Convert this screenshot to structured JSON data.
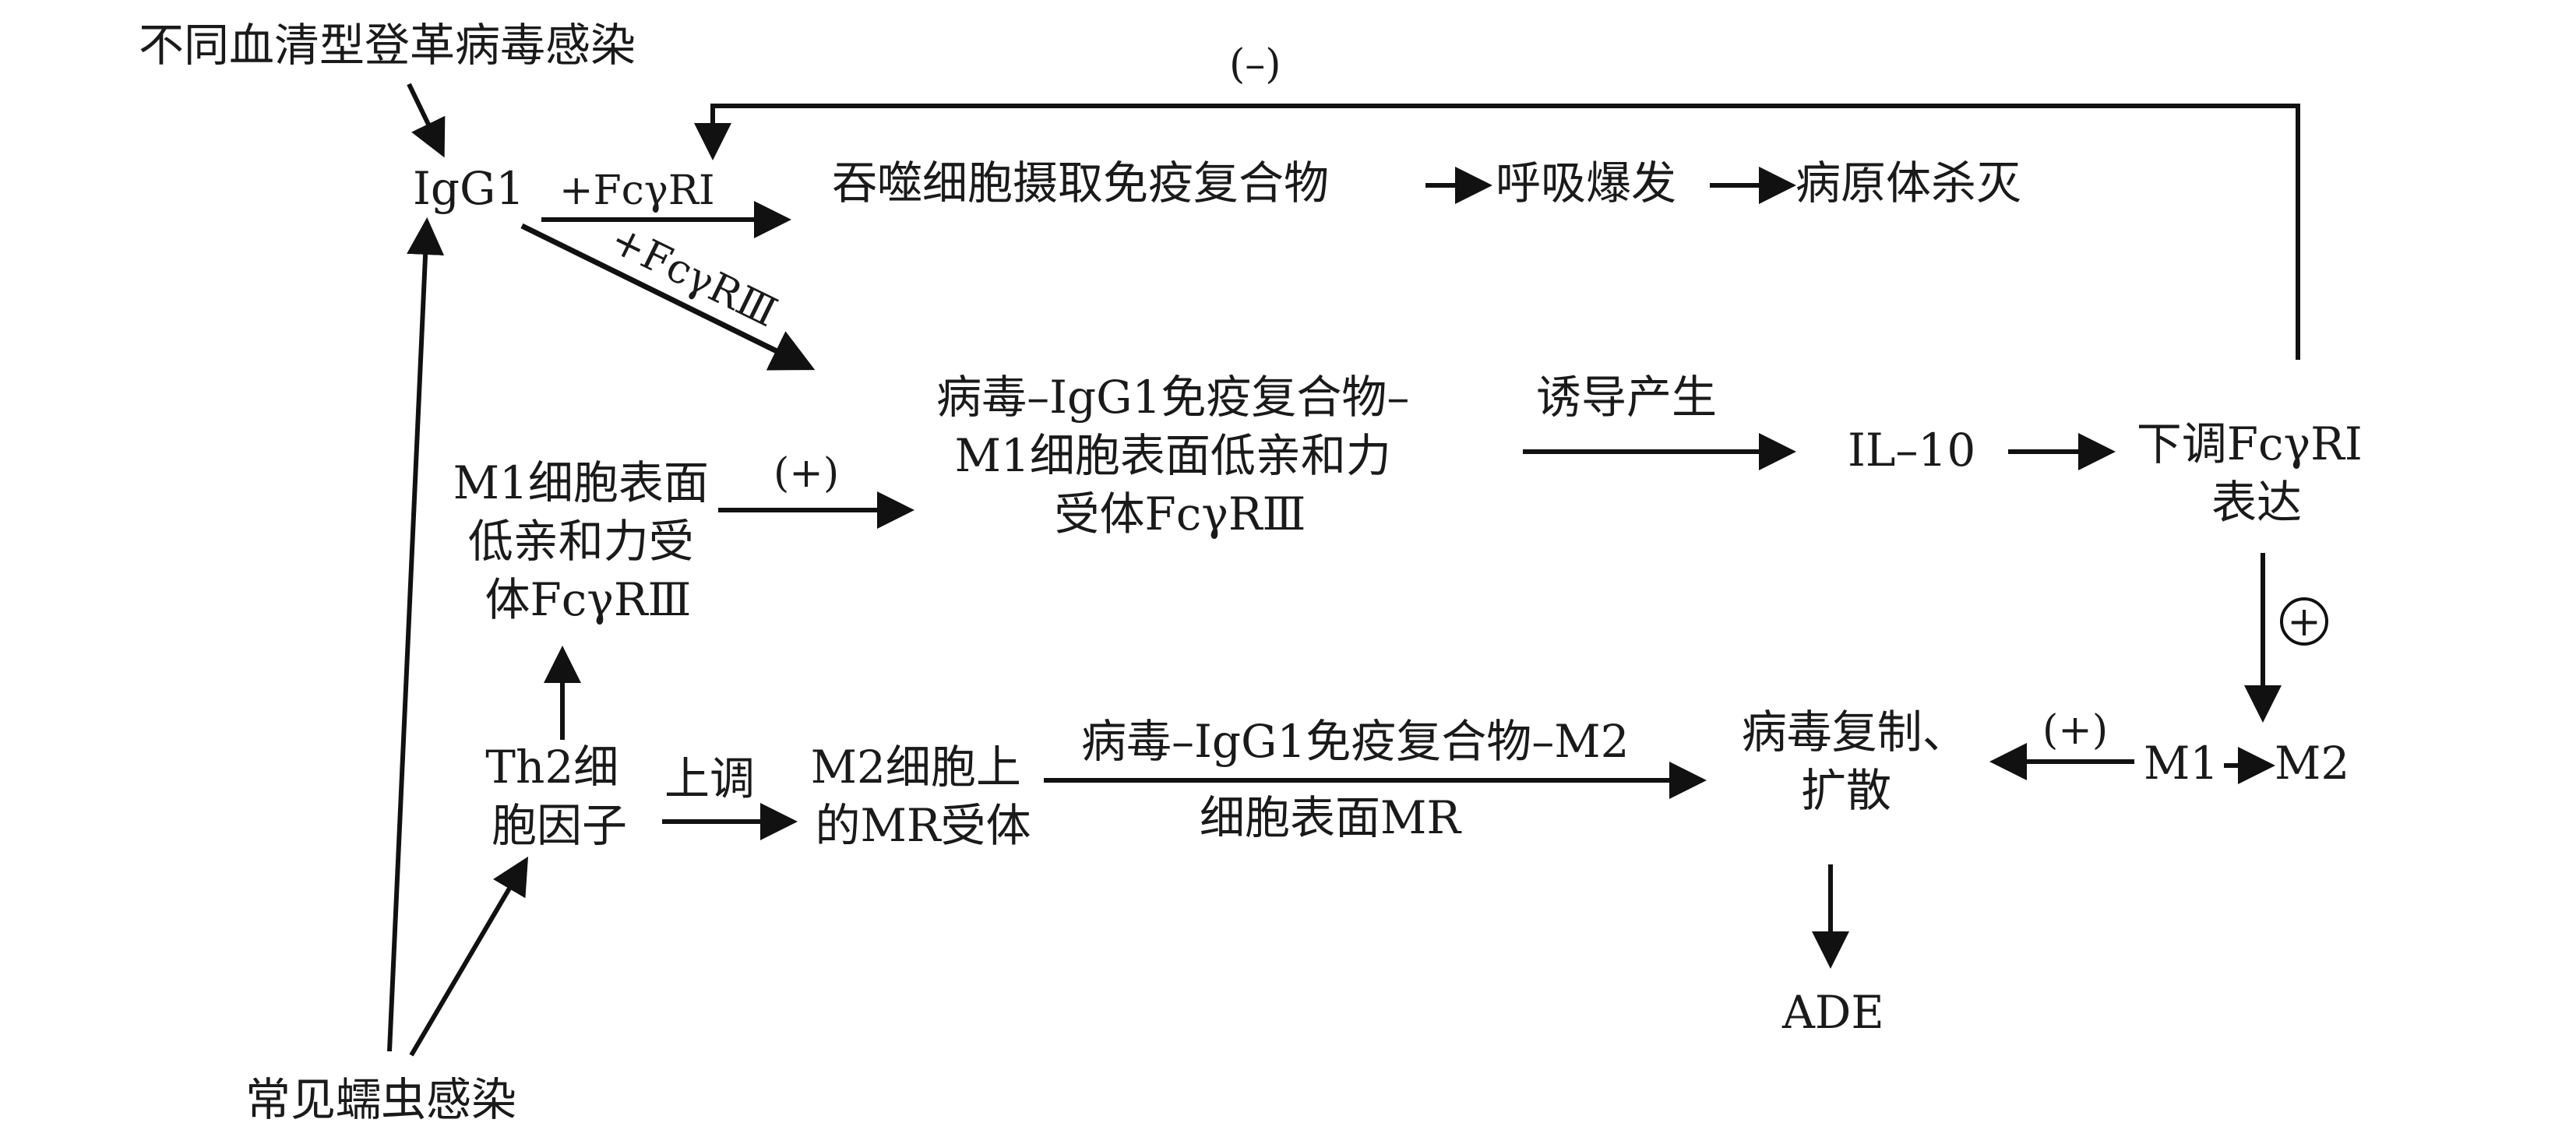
{
  "nodes": {
    "dengue_infection": "不同血清型登革病毒感染",
    "igg1": "IgG1",
    "phagocyte_uptake": "吞噬细胞摄取免疫复合物",
    "respiratory_burst": "呼吸爆发",
    "pathogen_killed": "病原体杀灭",
    "complex_1": [
      "病毒–IgG1免疫复合物–",
      "M1细胞表面低亲和力",
      "受体FcγRⅢ"
    ],
    "m1_receptor": [
      "M1细胞表面",
      "低亲和力受",
      "体FcγRⅢ"
    ],
    "il10": "IL–10",
    "downregulate": [
      "下调FcγRI",
      "表达"
    ],
    "th2": [
      "Th2细",
      "胞因子"
    ],
    "m2_receptor": [
      "M2细胞上",
      "的MR受体"
    ],
    "virus_replication": [
      "病毒复制、",
      "扩散"
    ],
    "m1": "M1",
    "m2": "M2",
    "ade": "ADE",
    "helminth_infection": "常见蠕虫感染"
  },
  "edge_labels": {
    "fcgr1": "+FcγRⅠ",
    "fcgr3": "+FcγRⅢ",
    "negative": "(–)",
    "positive_m1": "(+)",
    "induce": "诱导产生",
    "positive_circled": "+",
    "upregulate": "上调",
    "complex_2_top": "病毒–IgG1免疫复合物–M2",
    "complex_2_bottom": "细胞表面MR",
    "positive_m1_left": "(+)"
  }
}
